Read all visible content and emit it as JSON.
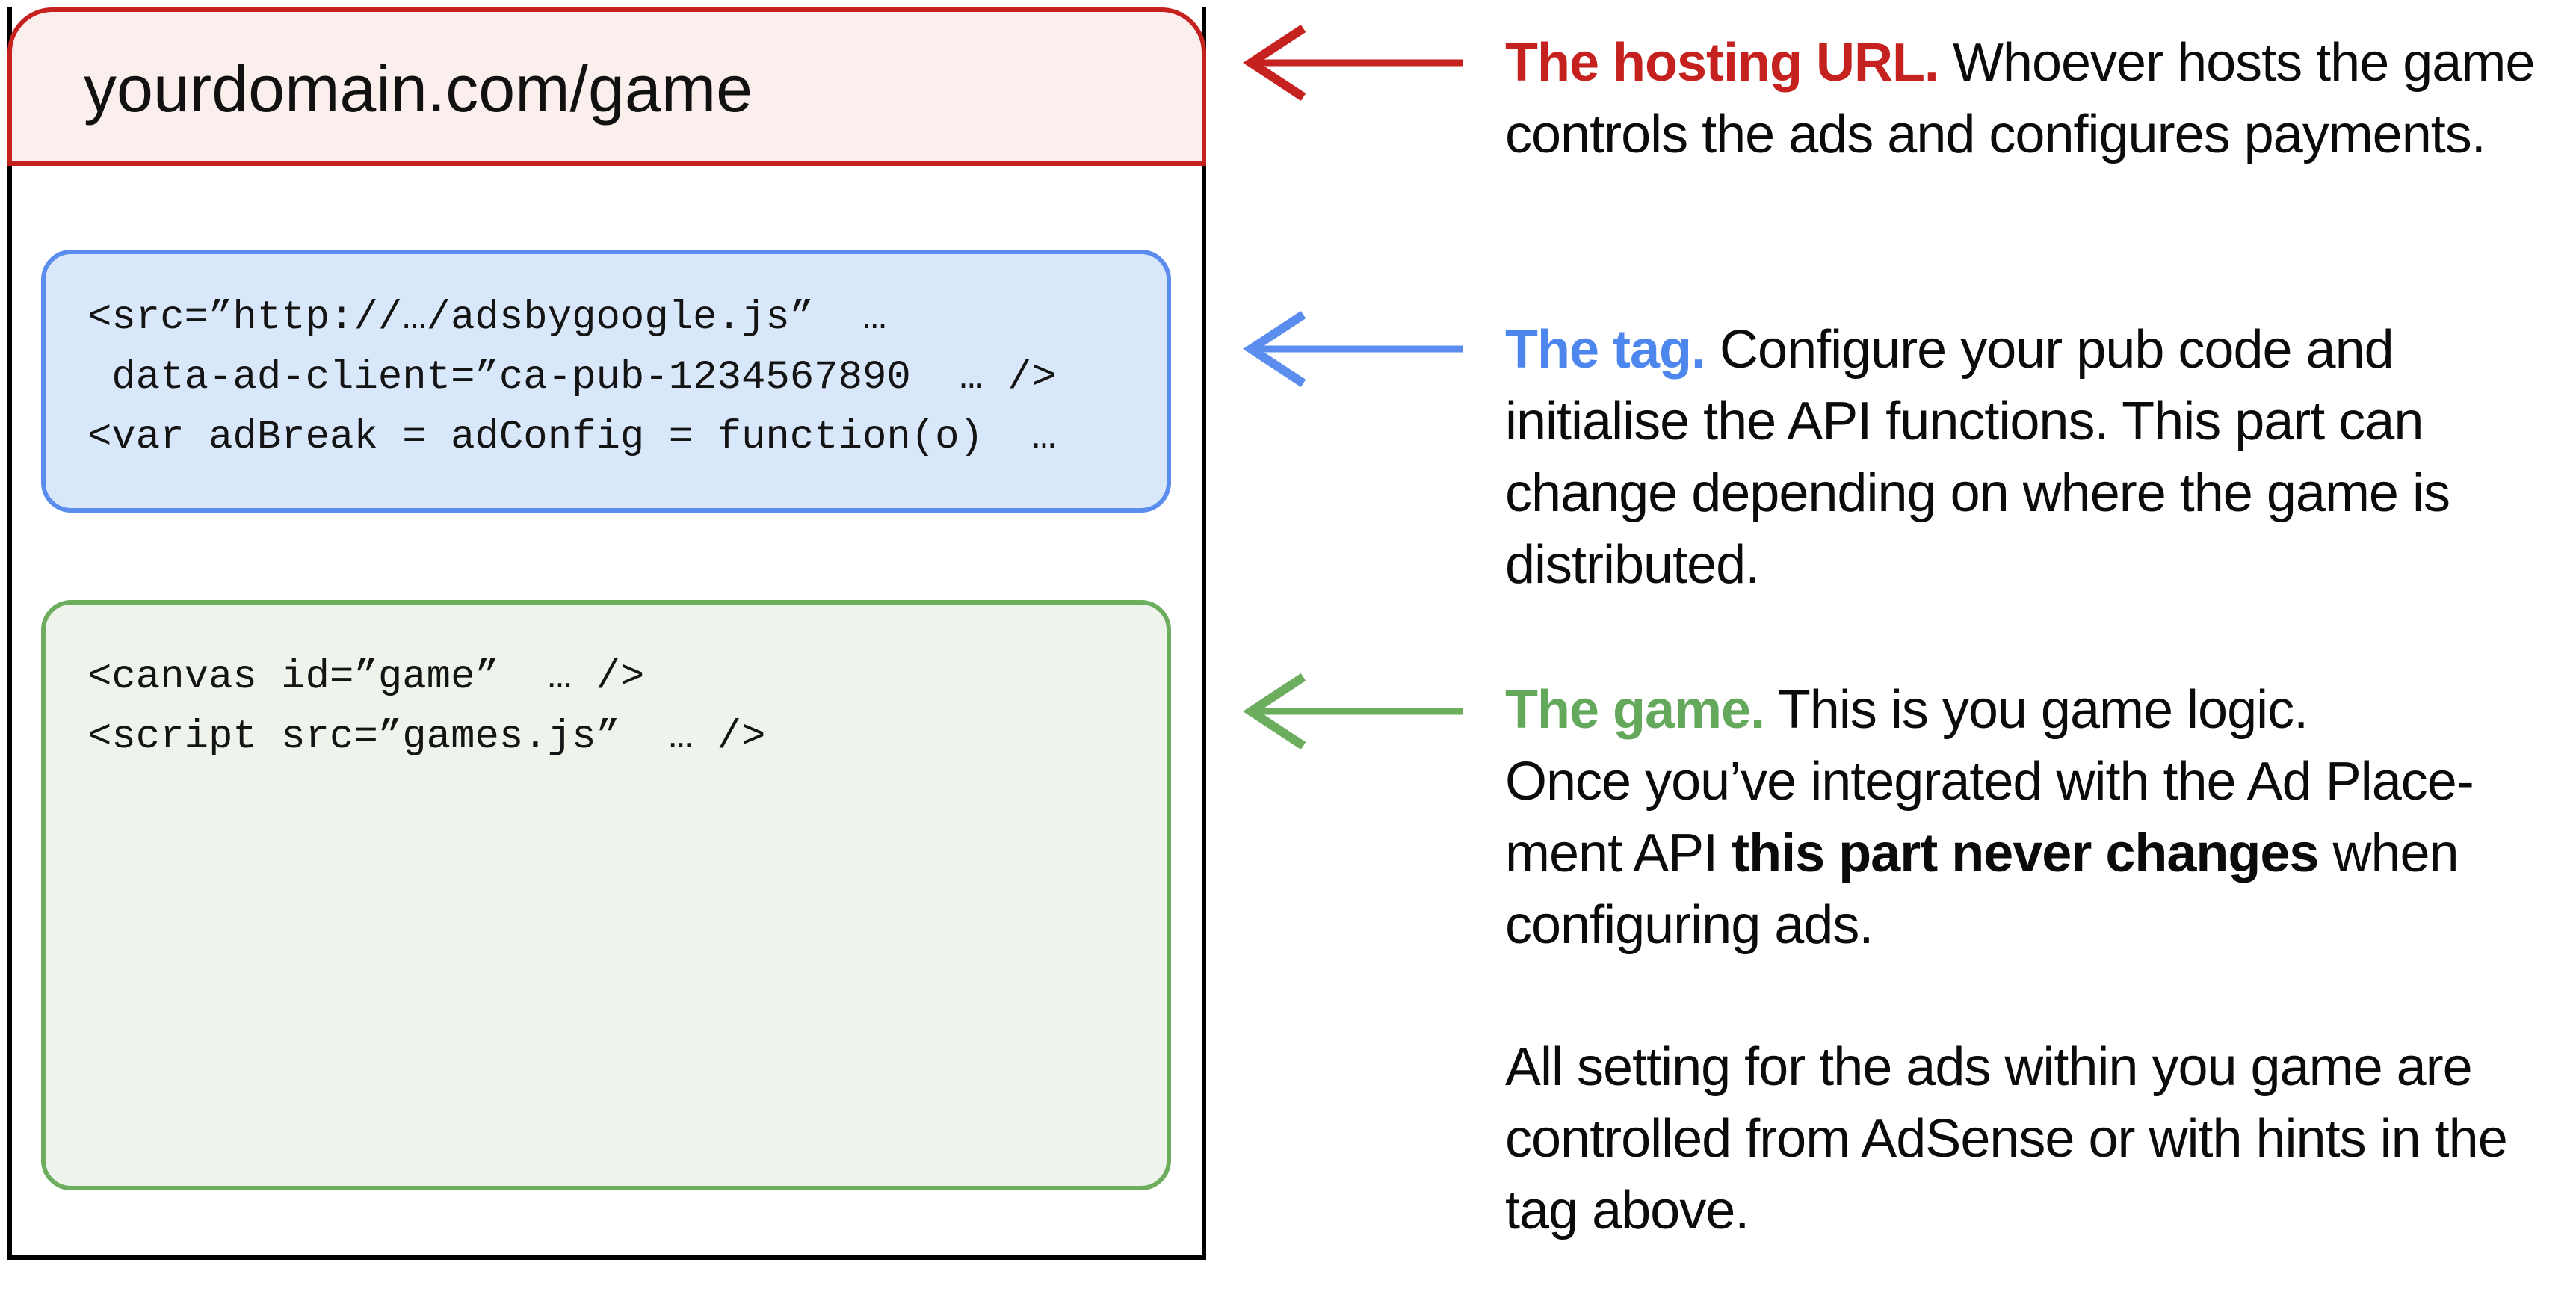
{
  "colors": {
    "red": "#c5221f",
    "red_fill": "#fbefed",
    "blue": "#5b8def",
    "blue_lead_text": "#4d86ec",
    "blue_fill": "#d9e7fa",
    "green": "#6cae5e",
    "green_lead_text": "#64a85c",
    "green_fill": "#eef4ec",
    "frame": "#000000"
  },
  "window": {
    "url": "yourdomain.com/game",
    "tag_code": [
      "<src=”http://…/adsbygoogle.js”  …",
      " data-ad-client=”ca-pub-1234567890  … />",
      "<var adBreak = adConfig = function(o)  …"
    ],
    "game_code": [
      "<canvas id=”game”  … />",
      "<script src=”games.js”  … />"
    ]
  },
  "annotations": {
    "hosting": {
      "lead": "The hosting URL.",
      "l1": "Whoever hosts the game",
      "l2": "controls the ads and configures payments."
    },
    "tag": {
      "lead": "The tag.",
      "l1": "Configure your pub code and",
      "l2": "initialise the API functions. This part can",
      "l3": "change depending on where the game is",
      "l4": "distributed."
    },
    "game": {
      "lead": "The game.",
      "l1": "This is you game logic.",
      "l2": "Once you’ve integrated with the Ad Place-",
      "l3a": "ment API",
      "l3b": "this part never changes",
      "l3c": "when",
      "l4": "configuring ads."
    },
    "footer": {
      "l1": "All setting for the ads within you game are",
      "l2": "controlled from AdSense or with hints in the",
      "l3": "tag above."
    }
  }
}
